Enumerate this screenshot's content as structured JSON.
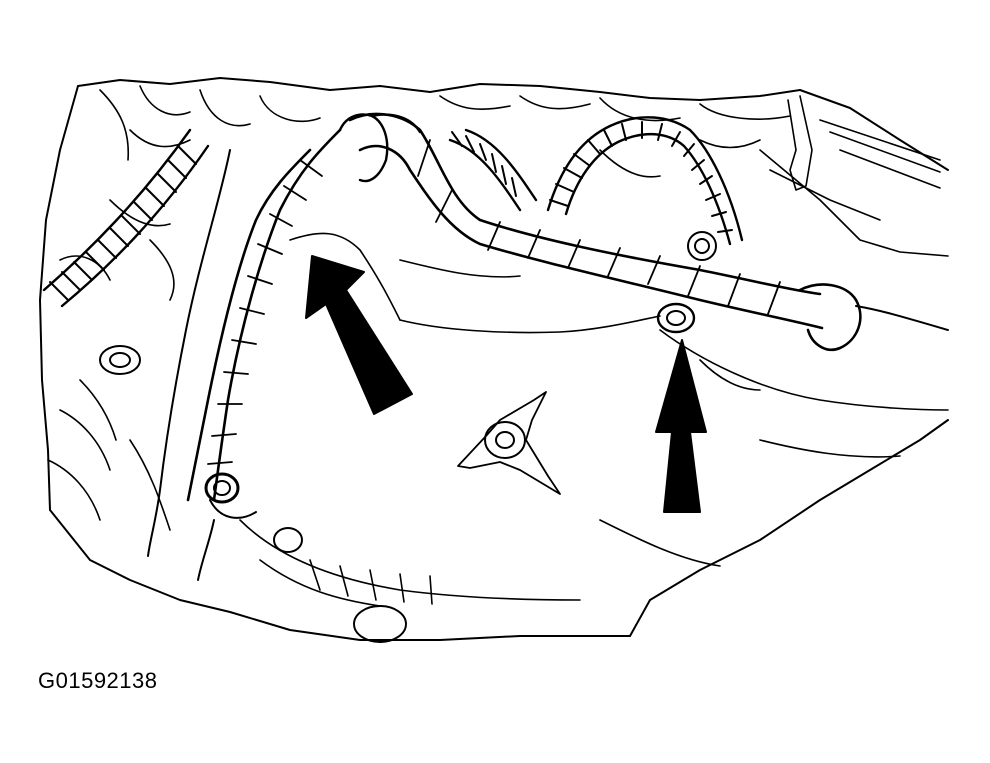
{
  "figure": {
    "id_label": "G01592138",
    "line_color": "#000000",
    "background": "#ffffff",
    "callouts": [
      {
        "name": "arrow-left",
        "points_to": "harness-connector-left"
      },
      {
        "name": "arrow-right",
        "points_to": "harness-connector-right"
      }
    ]
  }
}
